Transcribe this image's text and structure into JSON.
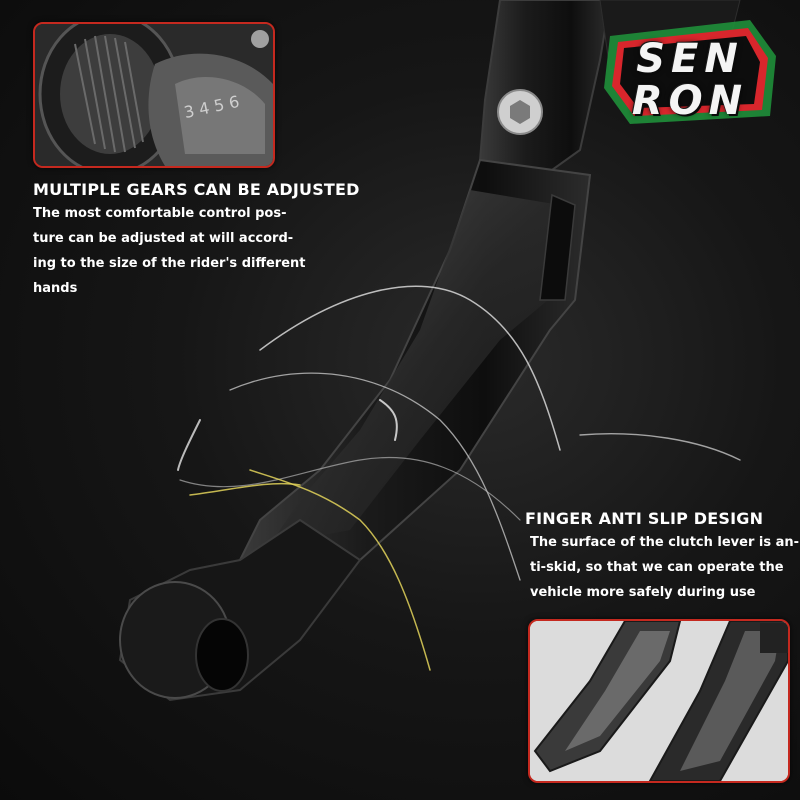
{
  "brand": {
    "logo_line1": "SEN",
    "logo_line2": "RON",
    "logo_colors": [
      "#1f8f3a",
      "#d8262c",
      "#ffffff"
    ]
  },
  "top_inset": {
    "engraving": "3 4 5 6"
  },
  "section_gears": {
    "heading": "MULTIPLE GEARS CAN BE ADJUSTED",
    "lines": [
      "The most comfortable control pos-",
      "ture can be adjusted at will accord-",
      "ing to the size of the rider's different",
      "hands"
    ]
  },
  "section_grip": {
    "heading": "FINGER ANTI SLIP DESIGN",
    "lines": [
      "The surface of the clutch lever is an-",
      "ti-skid, so that we can operate the",
      "vehicle more safely during use"
    ]
  },
  "colors": {
    "inset_border": "#c5291f",
    "background": "#151515",
    "text": "#ffffff"
  }
}
